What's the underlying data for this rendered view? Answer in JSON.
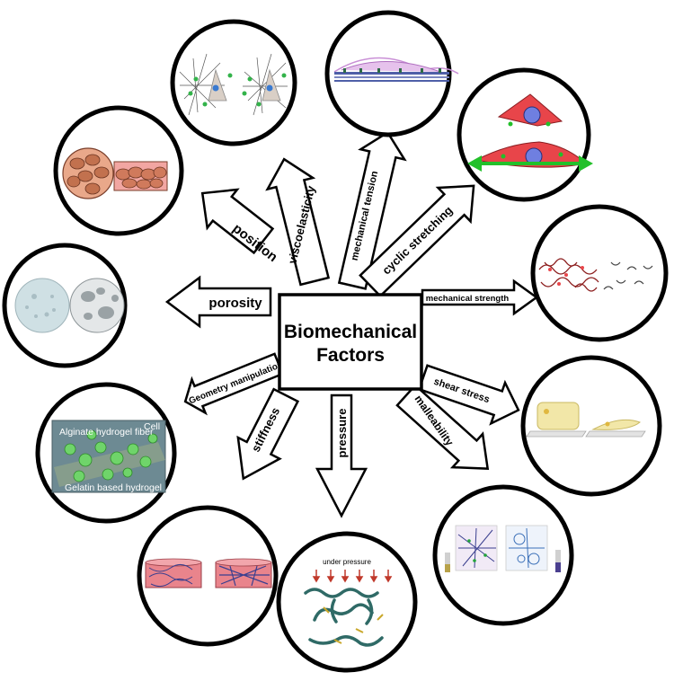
{
  "center": {
    "line1": "Biomechanical",
    "line2": "Factors"
  },
  "arrows": [
    {
      "label": "porosity"
    },
    {
      "label": "position"
    },
    {
      "label": "viscoelasticity"
    },
    {
      "label": "mechanical tension"
    },
    {
      "label": "cyclic stretching"
    },
    {
      "label": "mechanical strength"
    },
    {
      "label": "shear stress"
    },
    {
      "label": "malleability"
    },
    {
      "label": "pressure"
    },
    {
      "label": "stiffness"
    },
    {
      "label": "Geometry manipulation"
    }
  ],
  "panels": {
    "hydrogel": {
      "fiber_label": "Alginate hydrogel fiber",
      "cell_label": "Cell",
      "gelatin_label": "Gelatin based hydrogel"
    },
    "pressure": {
      "label": "under pressure"
    }
  },
  "colors": {
    "outline": "#000000",
    "cell_red": "#e8454a",
    "nucleus_blue": "#6f7fe0",
    "stretch_green": "#22c02a",
    "hydrogel_box": "#6d8a93",
    "sphere_green": "#6fd46a",
    "tissue_pink": "#e9848c",
    "fiber_blue": "#3a3f8f",
    "pressure_arrow": "#c0392b",
    "porous_gray": "#c7d2d6",
    "cream": "#f2e7a8"
  }
}
